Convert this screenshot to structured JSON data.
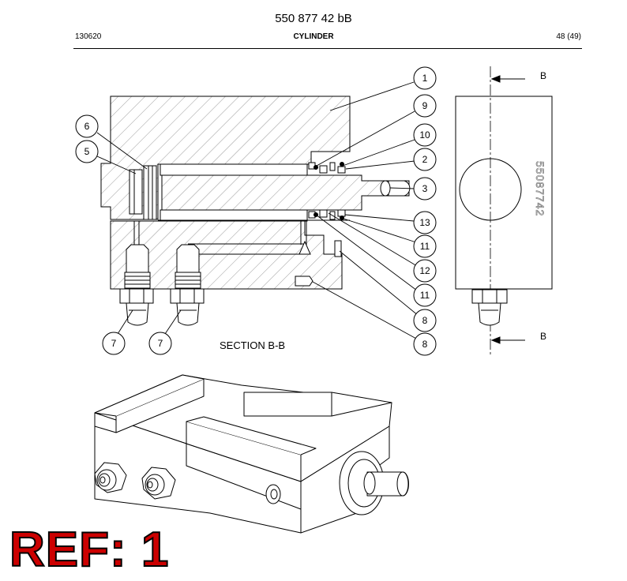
{
  "header": {
    "doc_number": "550 877 42 bB",
    "date_code": "130620",
    "title": "CYLINDER",
    "page": "48 (49)"
  },
  "drawing": {
    "section_label": "SECTION B-B",
    "section_marker": "B",
    "part_number_engraving": "55087742",
    "callouts": [
      "1",
      "9",
      "10",
      "2",
      "3",
      "13",
      "11",
      "12",
      "11",
      "8",
      "8",
      "6",
      "5",
      "7",
      "7"
    ]
  },
  "ref_label": "REF: 1"
}
